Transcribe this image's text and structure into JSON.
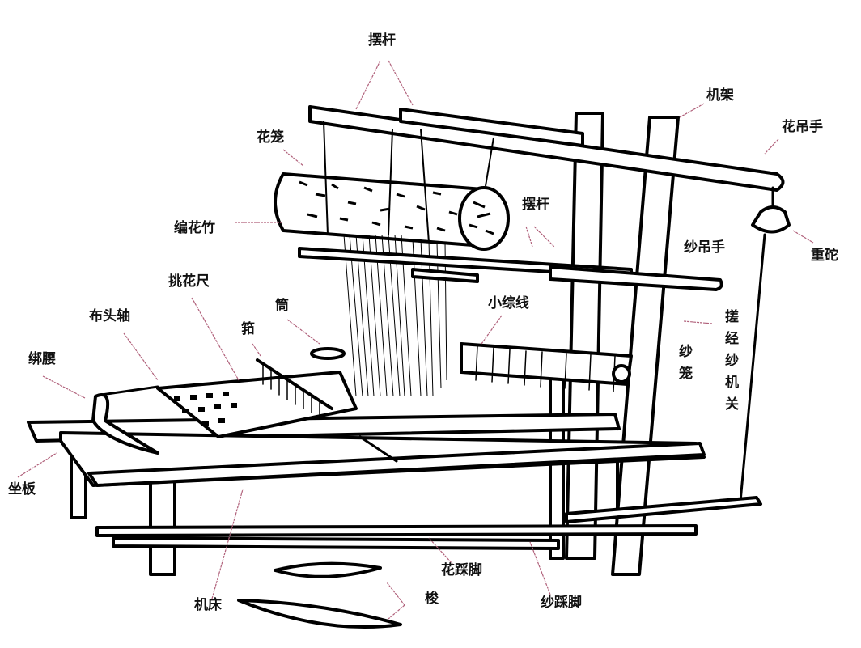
{
  "labels": {
    "swing_rod_top": "摆杆",
    "frame": "机架",
    "pattern_hanger": "花吊手",
    "pattern_cage": "花笼",
    "pattern_bamboo": "编花竹",
    "swing_rod_mid": "摆杆",
    "yarn_hanger": "纱吊手",
    "weight": "重砣",
    "pattern_ruler": "挑花尺",
    "tube": "筒",
    "small_heddle": "小综线",
    "cloth_beam": "布头轴",
    "reed": "筘",
    "waist_belt": "绑腰",
    "warp_mechanism": "搓经纱机关",
    "yarn_cage": "纱笼",
    "seat_board": "坐板",
    "pattern_treadle": "花踩脚",
    "shuttle": "梭",
    "loom_bed": "机床",
    "yarn_treadle": "纱踩脚"
  }
}
